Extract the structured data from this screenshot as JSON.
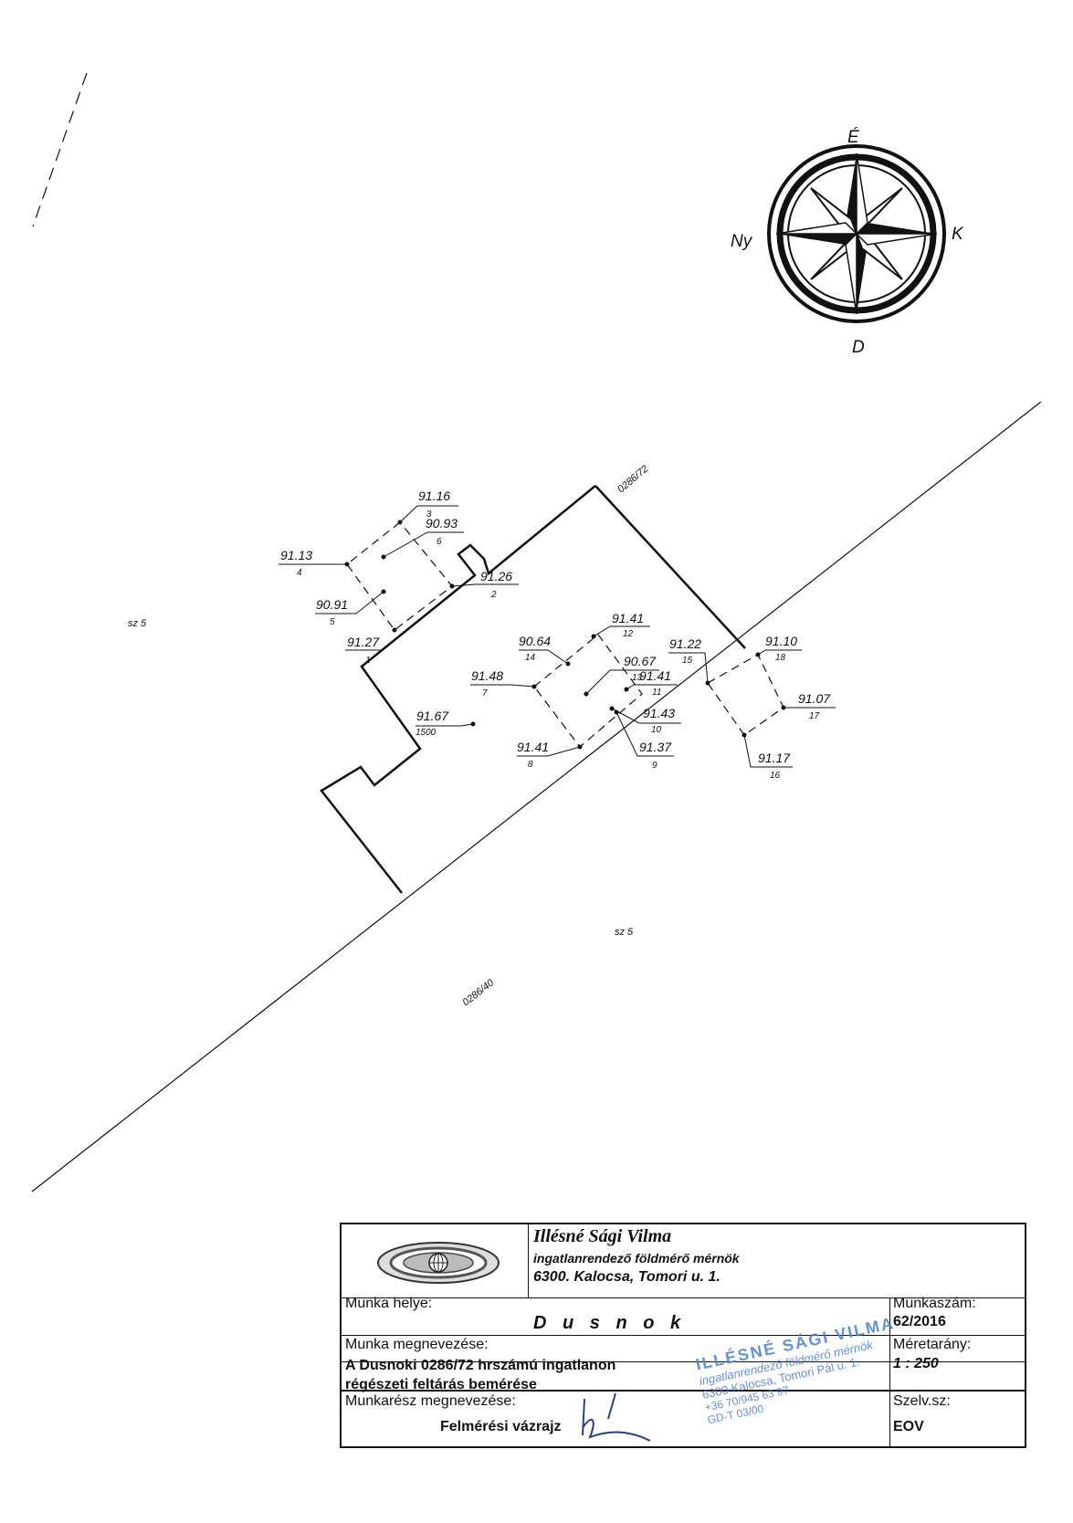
{
  "compass": {
    "north": "É",
    "south": "D",
    "east": "K",
    "west": "Ny"
  },
  "parcels": {
    "main": "0286/72",
    "road": "0286/40",
    "zone_left": "sz 5",
    "zone_bottom": "sz 5"
  },
  "points": [
    {
      "id": "3",
      "elev": "91.16"
    },
    {
      "id": "6",
      "elev": "90.93"
    },
    {
      "id": "4",
      "elev": "91.13"
    },
    {
      "id": "2",
      "elev": "91.26"
    },
    {
      "id": "5",
      "elev": "90.91"
    },
    {
      "id": "1",
      "elev": "91.27"
    },
    {
      "id": "12",
      "elev": "91.41"
    },
    {
      "id": "14",
      "elev": "90.64"
    },
    {
      "id": "13",
      "elev": "90.67"
    },
    {
      "id": "15",
      "elev": "91.22"
    },
    {
      "id": "18",
      "elev": "91.10"
    },
    {
      "id": "7",
      "elev": "91.48"
    },
    {
      "id": "11",
      "elev": "91.41"
    },
    {
      "id": "10",
      "elev": "91.43"
    },
    {
      "id": "17",
      "elev": "91.07"
    },
    {
      "id": "1500",
      "elev": "91.67"
    },
    {
      "id": "8",
      "elev": "91.41"
    },
    {
      "id": "9",
      "elev": "91.37"
    },
    {
      "id": "16",
      "elev": "91.17"
    }
  ],
  "title_block": {
    "firm_name": "Illésné Sági Vilma",
    "firm_title": "ingatlanrendező földmérő mérnök",
    "firm_address": "6300. Kalocsa, Tomori u. 1.",
    "work_place_label": "Munka helye:",
    "work_place": "D u s n o k",
    "job_no_label": "Munkaszám:",
    "job_no": "62/2016",
    "work_name_label": "Munka megnevezése:",
    "work_name_line1": "A  Dusnoki 0286/72 hrszámú ingatlanon",
    "work_name_line2": "régészeti feltárás bemérése",
    "scale_label": "Méretarány:",
    "scale": "1 : 250",
    "part_label": "Munkarész megnevezése:",
    "part_name": "Felmérési vázrajz",
    "sheet_label": "Szelv.sz:",
    "sheet": "EOV"
  },
  "stamp": {
    "line1": "ILLÉSNÉ SÁGI VILMA",
    "line2": "ingatlanrendező földmérő mérnök",
    "line3": "6300 Kalocsa, Tomori Pál u. 1.",
    "line4": "+36 70/945 63 97",
    "line5": "GD-T 03/00"
  },
  "colors": {
    "ink": "#111111",
    "stamp": "#4a7fd0"
  }
}
